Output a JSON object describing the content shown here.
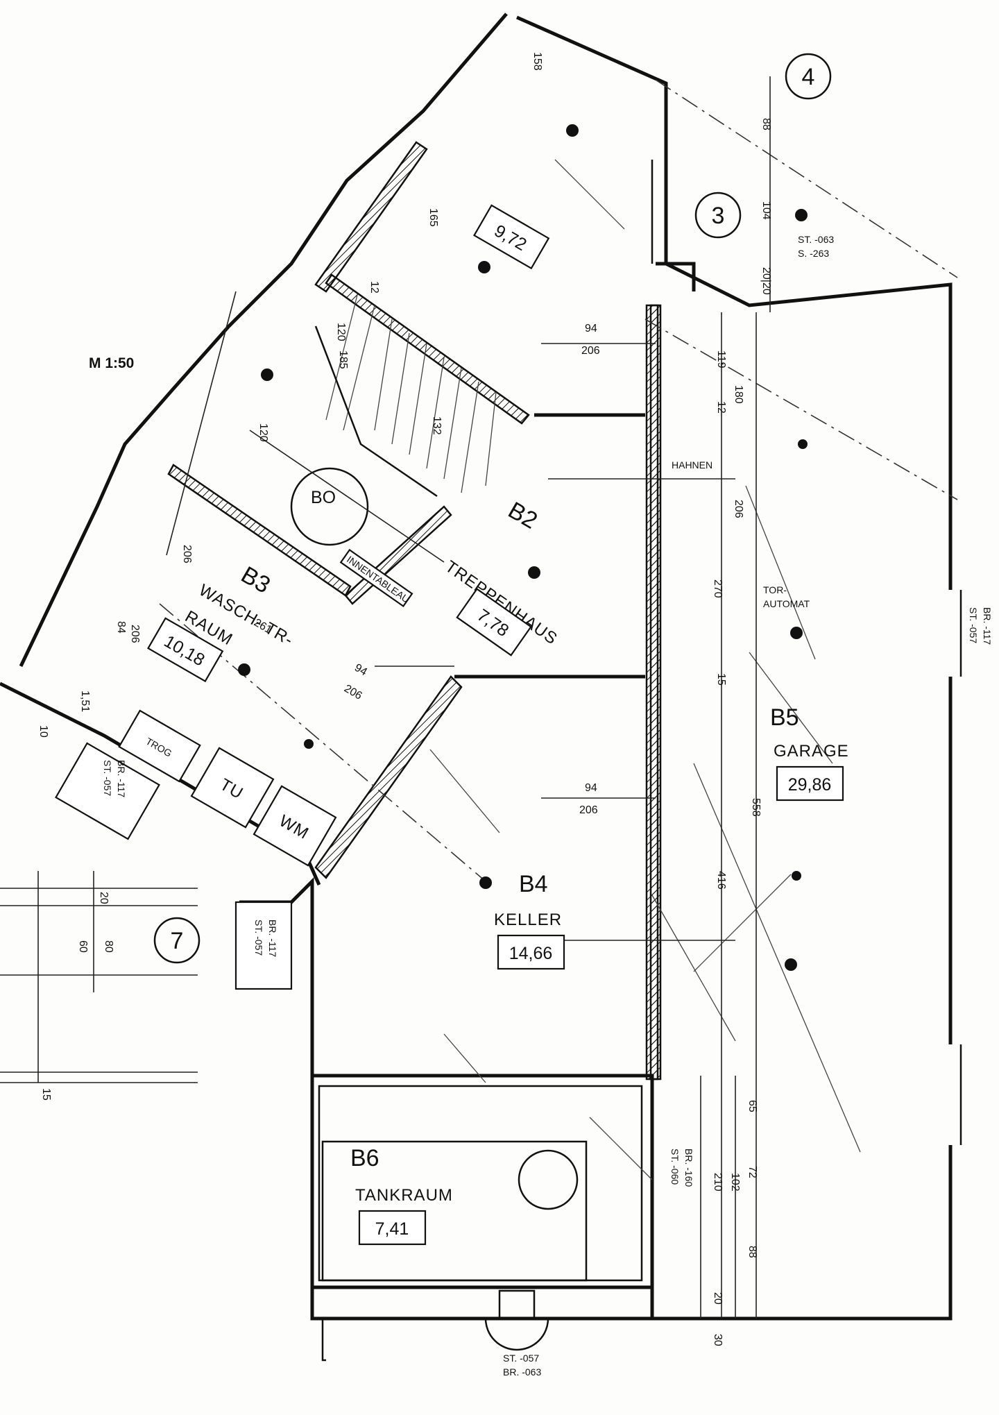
{
  "scale": "M 1:50",
  "axis_labels": [
    "4",
    "3",
    "7"
  ],
  "rooms": {
    "b2": {
      "code": "B2",
      "name": "TREPPENHAUS",
      "area": "7,78"
    },
    "b3": {
      "code": "B3",
      "name_line1": "WASCH- TR-",
      "name_line2": "RAUM",
      "area": "10,18"
    },
    "b4": {
      "code": "B4",
      "name": "KELLER",
      "area": "14,66"
    },
    "b5": {
      "code": "B5",
      "name": "GARAGE",
      "area": "29,86"
    },
    "b6": {
      "code": "B6",
      "name": "TANKRAUM",
      "area": "7,41"
    },
    "top": {
      "area": "9,72"
    }
  },
  "stair": {
    "label": "BO",
    "panel": "INNENTABLEAU"
  },
  "fixtures": {
    "trog": "TROG",
    "tu": "TU",
    "wm": "WM"
  },
  "annotations": {
    "tor_automat_1": "TOR-",
    "tor_automat_2": "AUTOMAT",
    "hahnen": "HAHNEN",
    "level_top_1": "ST. -063",
    "level_top_2": "S. -263",
    "level_bottom_1": "ST. -057",
    "level_bottom_2": "BR. -063",
    "level_left_1": "ST. -057",
    "level_left_2": "BR. -117",
    "level_left2_1": "ST. -057",
    "level_left2_2": "BR. -117",
    "level_right_1": "ST. -057",
    "level_right_2": "BR. -117",
    "level_mid_1": "ST. -060",
    "level_mid_2": "BR. -160"
  },
  "dimensions": {
    "d158": "158",
    "d88": "88",
    "d104": "104",
    "d2020": "20|20",
    "d165": "165",
    "d12": "12",
    "d120a": "120",
    "d185": "185",
    "d120b": "120",
    "d132": "132",
    "d94a": "94",
    "d206a": "206",
    "d119": "119",
    "d180": "180",
    "d12b": "12",
    "d206b": "206",
    "d15": "15",
    "d270": "270",
    "d261": "261",
    "d94b": "94",
    "d206c": "206",
    "d206d": "206",
    "d94c": "94",
    "d206e": "206",
    "d151": "1,51",
    "d84": "84",
    "d206f": "206",
    "d558": "558",
    "d416": "416",
    "d65": "65",
    "d72": "72",
    "d102": "102",
    "d210": "210",
    "d88b": "88",
    "d20": "20",
    "d30": "30",
    "d80": "80",
    "d60": "60",
    "d20b": "20",
    "d15b": "15",
    "d10": "10"
  }
}
